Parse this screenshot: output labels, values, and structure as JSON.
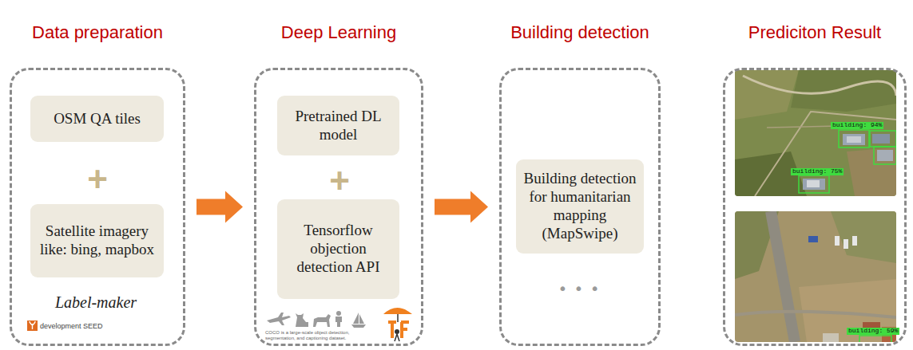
{
  "diagram": {
    "nodes": [
      {
        "text": [
          "Data preparation"
        ]
      },
      {
        "text": [
          "OSM QA tiles"
        ],
        "in": 0
      },
      {
        "text": [
          "Satellite imagery like: bing, mapbox"
        ],
        "in": 0
      },
      {
        "text": [
          "Deep Learning"
        ]
      },
      {
        "text": [
          "Pretrained DL model"
        ],
        "in": 3
      },
      {
        "text": [
          "Tensorflow objection detection API"
        ],
        "in": 3
      },
      {
        "text": [
          "Building detection"
        ]
      },
      {
        "text": [
          "Building detection for humanitarian mapping (MapSwipe)"
        ],
        "in": 6
      },
      {
        "text": [
          "Prediciton Result"
        ]
      }
    ],
    "edges": [
      {
        "from": 0,
        "to": 3,
        "arrow": "to"
      },
      {
        "from": 3,
        "to": 6,
        "arrow": "to"
      }
    ],
    "labels": [
      "+",
      "Label-maker",
      "development SEED",
      "+",
      "COCO is a large-scale object detection, segmentation, and captioning dataset.",
      "• • •",
      "building: 94%",
      "building: 75%",
      "building: 59%"
    ]
  }
}
